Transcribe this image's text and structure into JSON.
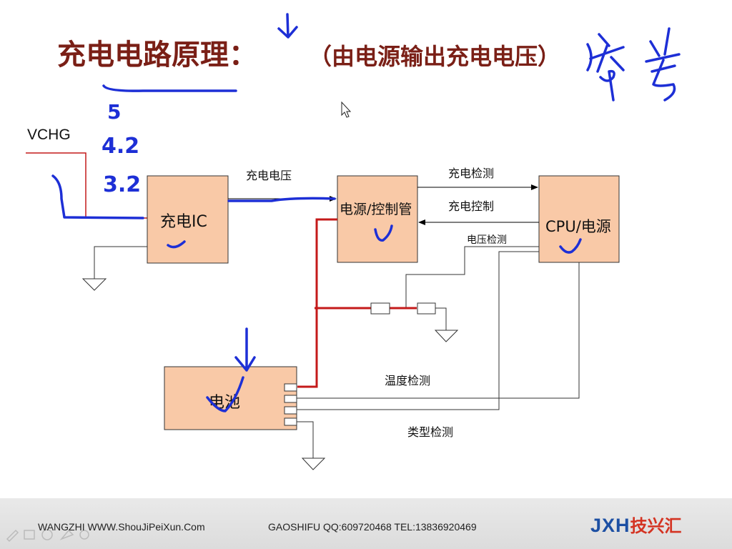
{
  "slide": {
    "title_main": "充电电路原理：",
    "title_paren": "（由电源输出充电电压）",
    "vchg_label": "VCHG",
    "boxes": {
      "charge_ic": "充电IC",
      "power_ctrl": "电源/控制管",
      "cpu_power": "CPU/电源",
      "battery": "电池"
    },
    "signals": {
      "charge_voltage": "充电电压",
      "charge_detect": "充电检测",
      "charge_control": "充电控制",
      "voltage_detect": "电压检测",
      "temp_detect": "温度检测",
      "type_detect": "类型检测"
    }
  },
  "annotations": {
    "voltages": [
      "5",
      "4.2",
      "3.2"
    ],
    "handwritten_note": "参考"
  },
  "footer": {
    "website": "WANGZHI WWW.ShouJiPeiXun.Com",
    "contact": "GAOSHIFU QQ:609720468 TEL:13836920469",
    "logo_latin": "JXH",
    "logo_cn": "技兴汇"
  },
  "colors": {
    "title": "#7a1f16",
    "box_fill": "#f9c9a7",
    "wire_red": "#c41a1a",
    "ink_blue": "#1d2fd6"
  }
}
